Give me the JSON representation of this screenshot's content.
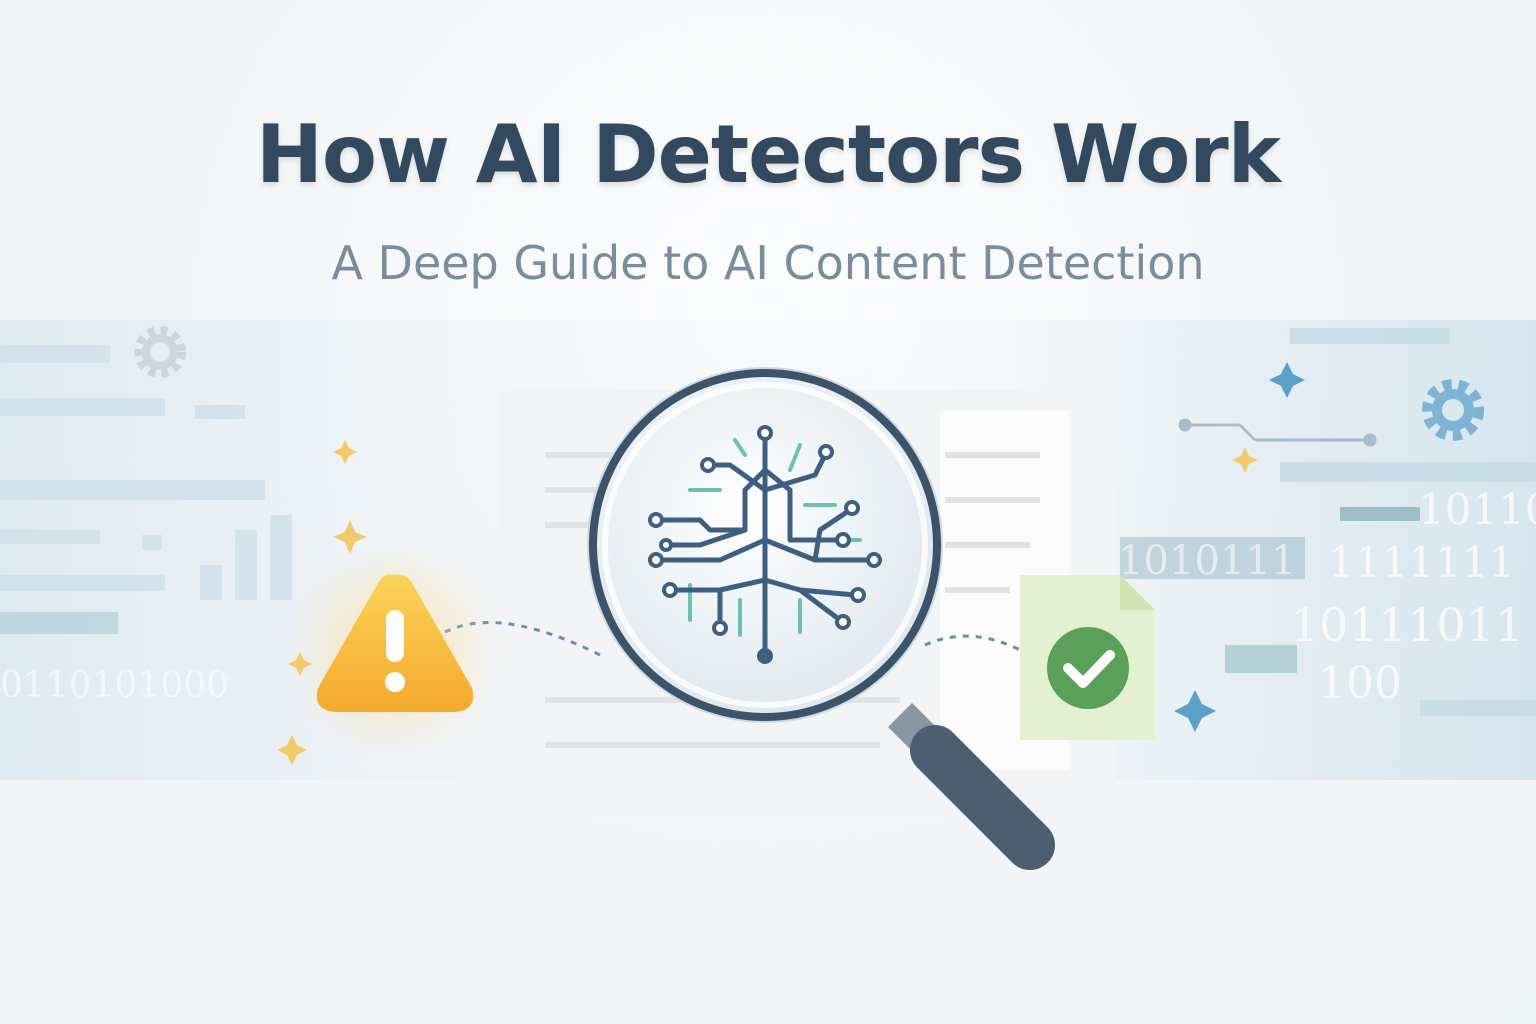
{
  "title": "How AI Detectors Work",
  "subtitle": "A Deep Guide to AI Content Detection",
  "decor": {
    "binary": [
      "10110",
      "1010111",
      "1111111",
      "10111011",
      "100",
      "0110101000"
    ],
    "icons": [
      "magnifying-glass-icon",
      "neural-tree-icon",
      "warning-icon",
      "checkmark-document-icon",
      "gear-icon",
      "sparkle-icon",
      "document-icon"
    ]
  },
  "colors": {
    "title": "#33495f",
    "subtitle": "#7a8d9f",
    "warning": "#f7b93a",
    "check": "#5aa05a",
    "circuit": "#3f5f80",
    "circuit_accent": "#6cc2b0"
  }
}
